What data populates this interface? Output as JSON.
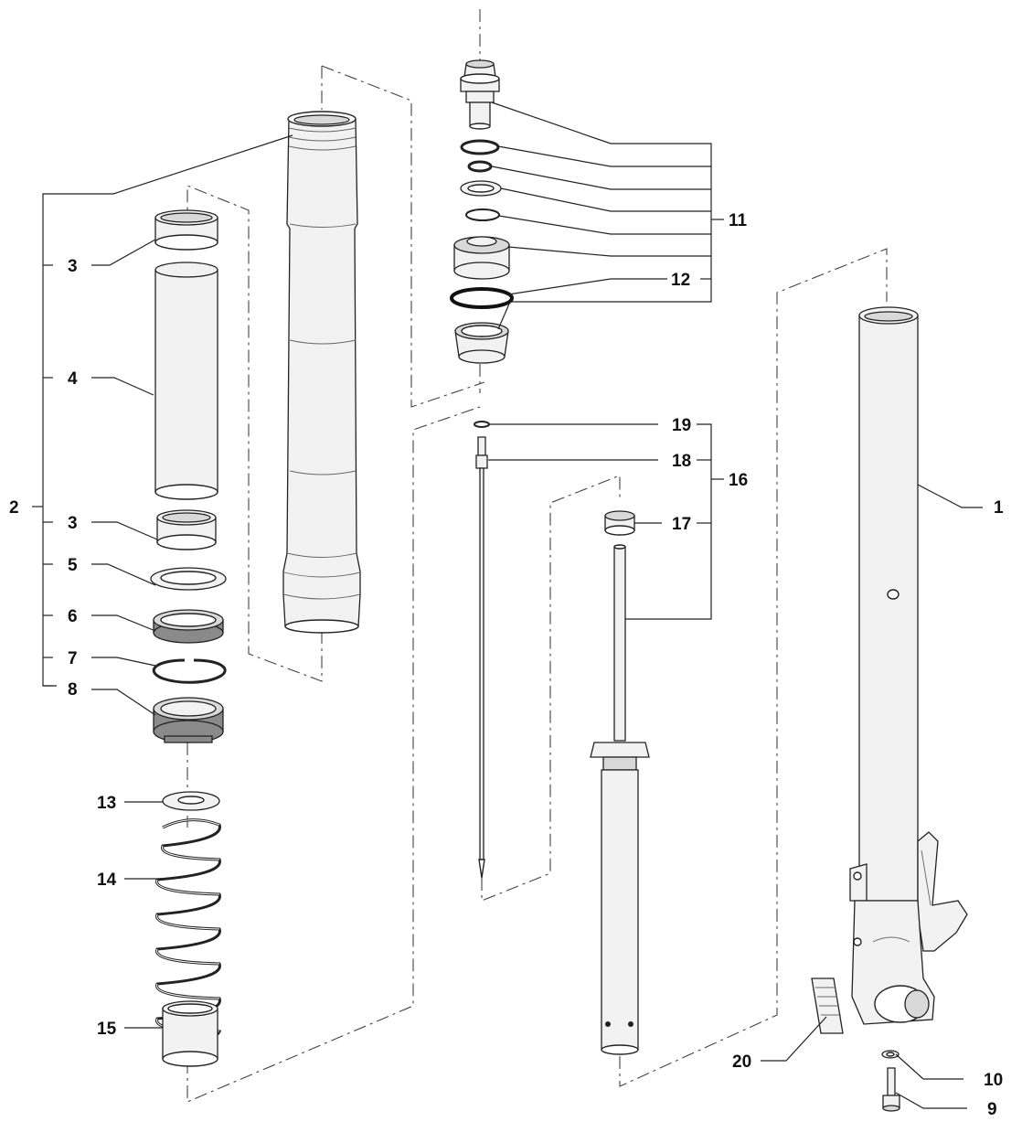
{
  "diagram": {
    "labels": {
      "l1": "1",
      "l2": "2",
      "l3a": "3",
      "l3b": "3",
      "l4": "4",
      "l5": "5",
      "l6": "6",
      "l7": "7",
      "l8": "8",
      "l9": "9",
      "l10": "10",
      "l11": "11",
      "l12": "12",
      "l13": "13",
      "l14": "14",
      "l15": "15",
      "l16": "16",
      "l17": "17",
      "l18": "18",
      "l19": "19",
      "l20": "20"
    }
  }
}
